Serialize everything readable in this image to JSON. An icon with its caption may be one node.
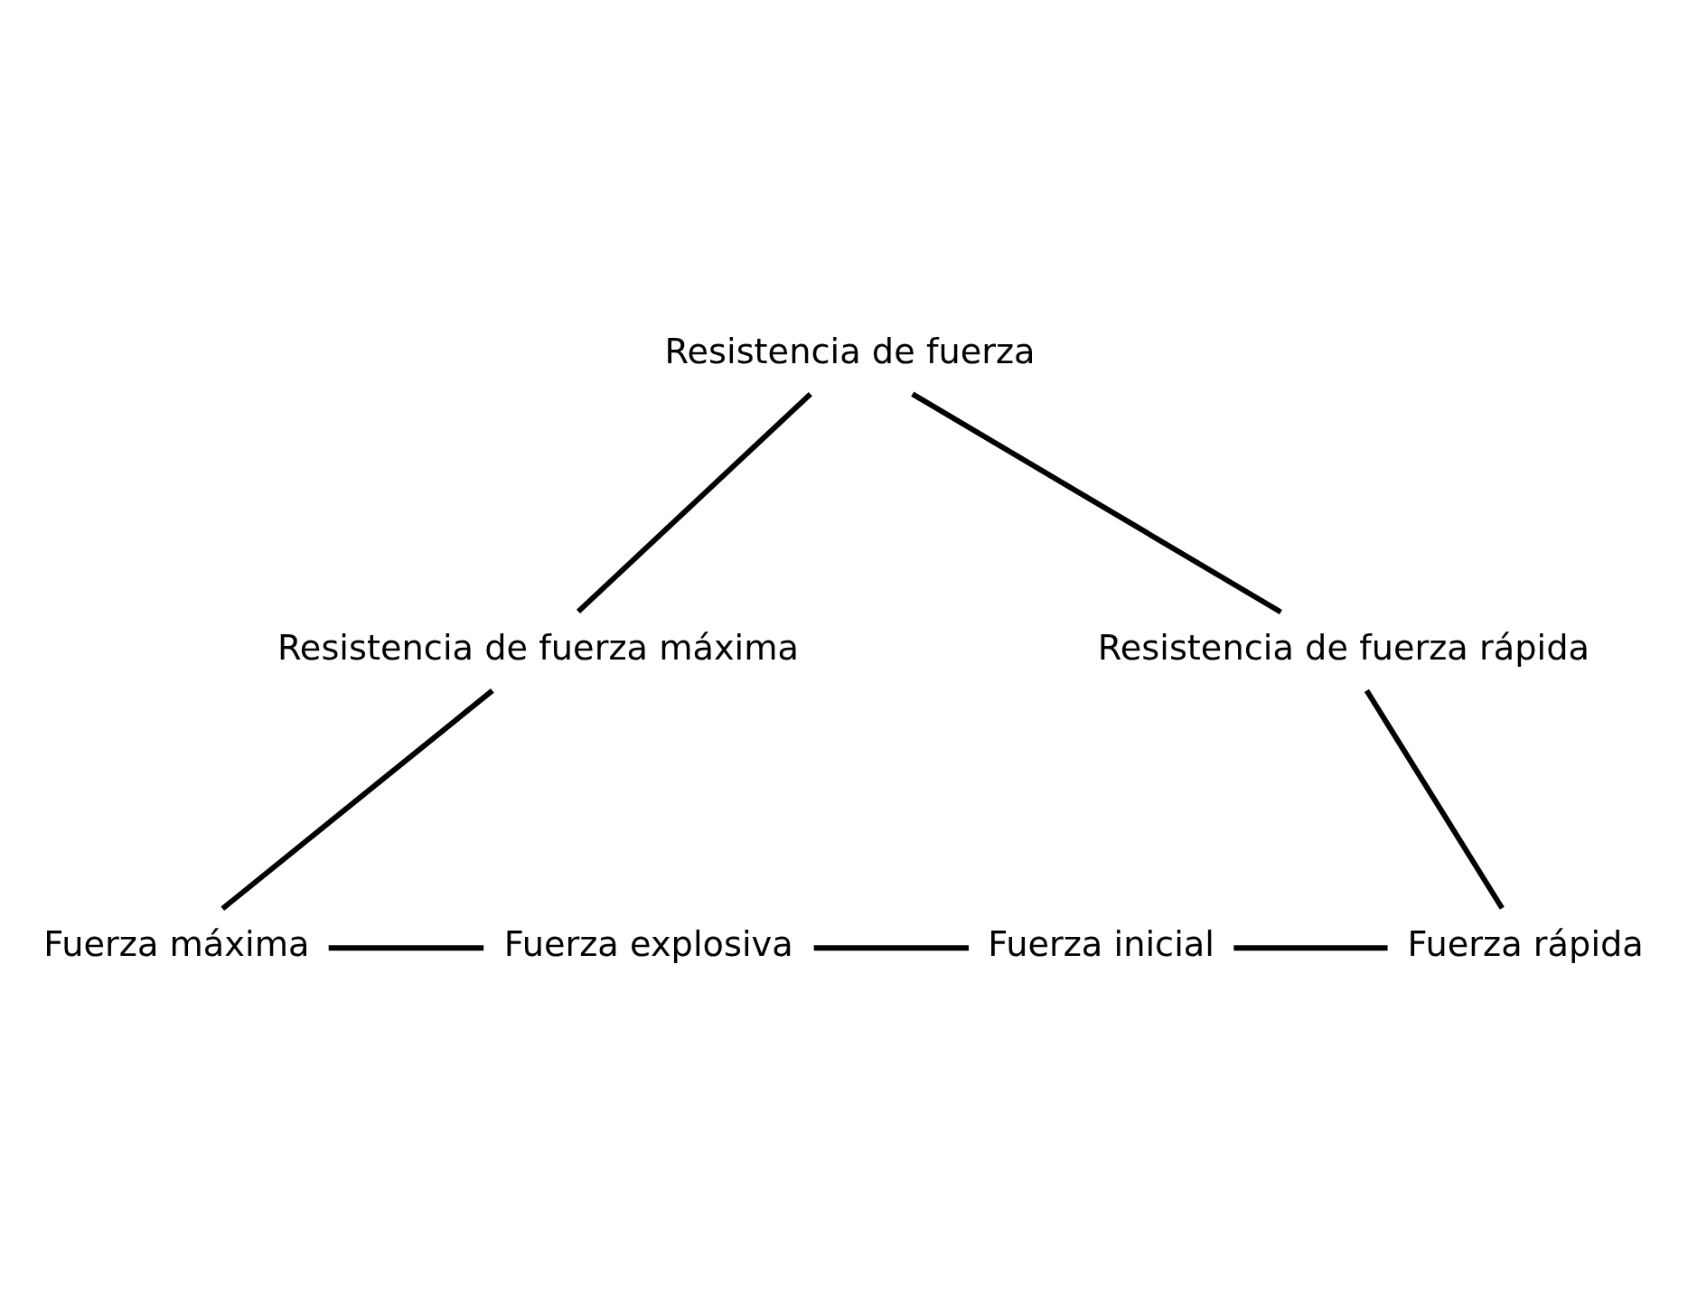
{
  "diagram": {
    "nodes": [
      {
        "text": [
          "Resistencia de fuerza"
        ]
      },
      {
        "text": [
          "Resistencia de fuerza máxima"
        ]
      },
      {
        "text": [
          "Resistencia de fuerza rápida"
        ]
      },
      {
        "text": [
          "Fuerza máxima"
        ]
      },
      {
        "text": [
          "Fuerza explosiva"
        ]
      },
      {
        "text": [
          "Fuerza inicial"
        ]
      },
      {
        "text": [
          "Fuerza rápida"
        ]
      }
    ],
    "edges": [
      {
        "from": 0,
        "to": 1,
        "arrow": "none"
      },
      {
        "from": 0,
        "to": 2,
        "arrow": "none"
      },
      {
        "from": 1,
        "to": 3,
        "arrow": "none"
      },
      {
        "from": 2,
        "to": 6,
        "arrow": "none"
      },
      {
        "from": 3,
        "to": 4,
        "arrow": "none"
      },
      {
        "from": 4,
        "to": 5,
        "arrow": "none"
      },
      {
        "from": 5,
        "to": 6,
        "arrow": "none"
      }
    ]
  }
}
